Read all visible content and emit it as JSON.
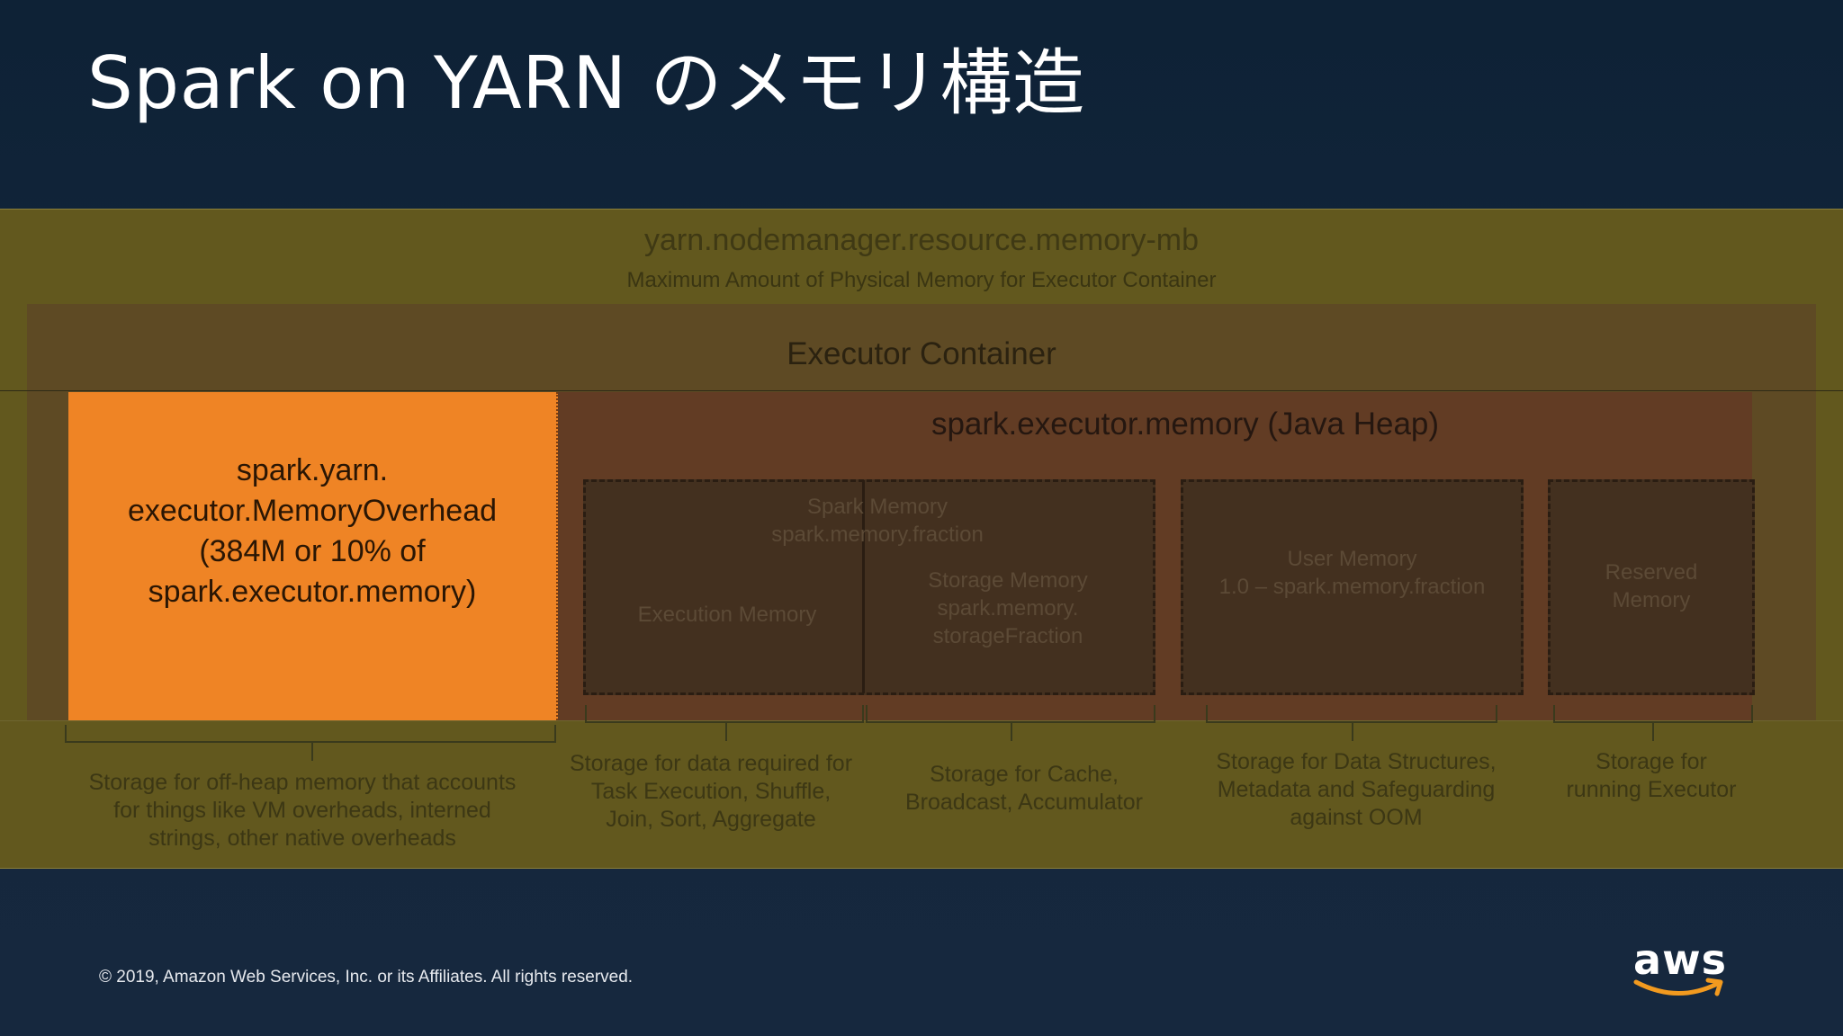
{
  "slide": {
    "title": "Spark on YARN のメモリ構造",
    "footer": "© 2019, Amazon Web Services, Inc. or its Affiliates. All rights reserved.",
    "logo_text": "aws"
  },
  "colors": {
    "background": "#14243a",
    "yarn_band": "#62581e",
    "executor_container": "#5e4a24",
    "java_heap": "#623c24",
    "overhead_highlight": "#ef8425",
    "memory_box": "#43301f",
    "aws_smile": "#f29a1f"
  },
  "diagram": {
    "yarn": {
      "title": "yarn.nodemanager.resource.memory-mb",
      "subtitle": "Maximum Amount of Physical Memory for Executor Container"
    },
    "executor_container": {
      "title": "Executor Container"
    },
    "overhead": {
      "lines": [
        "spark.yarn.",
        "executor.MemoryOverhead",
        "(384M or 10% of",
        "spark.executor.memory)"
      ]
    },
    "java_heap": {
      "title": "spark.executor.memory (Java Heap)"
    },
    "spark_memory": {
      "line1": "Spark Memory",
      "line2": "spark.memory.fraction",
      "execution": "Execution Memory",
      "storage_lines": [
        "Storage Memory",
        "spark.memory.",
        "storageFraction"
      ]
    },
    "user_memory": {
      "line1": "User Memory",
      "line2": "1.0 – spark.memory.fraction"
    },
    "reserved_memory": {
      "line1": "Reserved",
      "line2": "Memory"
    },
    "descriptions": {
      "overhead": [
        "Storage for off-heap memory that accounts",
        "for things like VM overheads, interned",
        "strings, other native overheads"
      ],
      "execution": [
        "Storage for data required for",
        "Task Execution, Shuffle,",
        "Join, Sort, Aggregate"
      ],
      "storage": [
        "Storage for Cache,",
        "Broadcast, Accumulator"
      ],
      "user": [
        "Storage for Data Structures,",
        "Metadata and Safeguarding",
        "against OOM"
      ],
      "reserved": [
        "Storage for",
        "running Executor"
      ]
    }
  }
}
